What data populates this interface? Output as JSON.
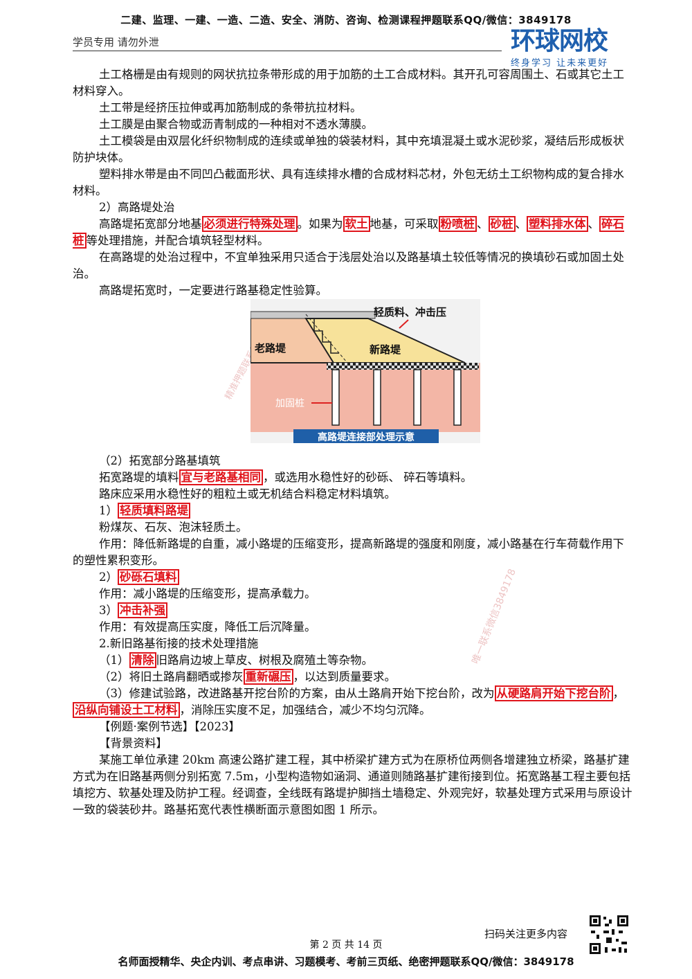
{
  "header": {
    "banner": "二建、监理、一建、一造、二造、安全、消防、咨询、检测课程押题联系QQ/微信：3849178",
    "left_note": "学员专用 请勿外泄",
    "logo_title": "环球网校",
    "logo_slogan": "终身学习 让未来更好"
  },
  "body": {
    "p1": "土工格栅是由有规则的网状抗拉条带形成的用于加筋的土工合成材料。其开孔可容周围土、石或其它土工材料穿入。",
    "p2": "土工带是经挤压拉伸或再加筋制成的条带抗拉材料。",
    "p3": "土工膜是由聚合物或沥青制成的一种相对不透水薄膜。",
    "p4": "土工模袋是由双层化纤织物制成的连续或单独的袋装材料，其中充填混凝土或水泥砂浆，凝结后形成板状防护块体。",
    "p5": "塑料排水带是由不同凹凸截面形状、具有连续排水槽的合成材料芯材，外包无纺土工织物构成的复合排水材料。",
    "h_high": "2）高路堤处治",
    "p6_a": "高路堤拓宽部分地基",
    "p6_hl1": "必须进行特殊处理",
    "p6_b": "。如果为",
    "p6_hl2": "软土",
    "p6_c": "地基，可采取",
    "p6_hl3": "粉喷桩",
    "p6_d": "、",
    "p6_hl4": "砂桩",
    "p6_e": "、",
    "p6_hl5": "塑料排水体",
    "p6_f": "、",
    "p6_hl6": "碎石桩",
    "p6_g": "等处理措施，并配合填筑轻型材料。",
    "p7": "在高路堤的处治过程中，不宜单独采用只适合于浅层处治以及路基填土较低等情况的换填砂石或加固土处治。",
    "p8": "高路堤拓宽时，一定要进行路基稳定性验算。",
    "h_widen": "（2）拓宽部分路基填筑",
    "p9_a": "拓宽路堤的填料",
    "p9_hl": "宜与老路基相同",
    "p9_b": "，或选用水稳性好的砂砾、 碎石等填料。",
    "p10": "路床应采用水稳性好的粗粒土或无机结合料稳定材料填筑。",
    "l1_num": "1）",
    "l1_hl": "轻质填料路堤",
    "l1_t1": "粉煤灰、石灰、泡沫轻质土。",
    "l1_t2": "作用：降低新路堤的自重，减小路堤的压缩变形，提高新路堤的强度和刚度，减小路基在行车荷载作用下的塑性累积变形。",
    "l2_num": "2）",
    "l2_hl": "砂砾石填料",
    "l2_t": "作用：减小路堤的压缩变形，提高承载力。",
    "l3_num": "3）",
    "l3_hl": "冲击补强",
    "l3_t": "作用：有效提高压实度，降低工后沉降量。",
    "h2": "2.新旧路基衔接的技术处理措施",
    "s1_a": "（1）",
    "s1_hl": "清除",
    "s1_b": "旧路肩边坡上草皮、树根及腐殖土等杂物。",
    "s2_a": "（2）将旧土路肩翻晒或掺灰",
    "s2_hl": "重新碾压",
    "s2_b": "，以达到质量要求。",
    "s3_a": "（3）修建试验路，改进路基开挖台阶的方案，由从土路肩开始下挖台阶，改为",
    "s3_hl1": "从硬路肩开始下挖台阶",
    "s3_b": "，",
    "s3_hl2": "沿纵向铺设土工材料",
    "s3_c": "，消除压实度不足，加强结合，减少不均匀沉降。",
    "ex_title": "【例题·案例节选】【2023】",
    "bg_title": "【背景资料】",
    "bg_text": "某施工单位承建 20km 高速公路扩建工程，其中桥梁扩建方式为在原桥位两侧各增建独立桥梁，路基扩建方式为在旧路基两侧分别拓宽 7.5m，小型构造物如涵洞、通道则随路基扩建衔接到位。拓宽路基工程主要包括填挖方、软基处理及防护工程。经调查，全线既有路堤护脚挡土墙稳定、外观完好，软基处理方式采用与原设计一致的袋装砂井。路基拓宽代表性横断面示意图如图 1 所示。"
  },
  "diagram": {
    "label_light": "轻质料、冲击压",
    "label_old": "老路堤",
    "label_new": "新路堤",
    "label_pile": "加固桩",
    "caption": "高路堤连接部处理示意"
  },
  "watermarks": {
    "w1": "精准押题联系微信",
    "w2": "唯一联系微信3849178"
  },
  "footer": {
    "scan_text": "扫码关注更多内容",
    "page_no": "第 2 页 共 14 页",
    "banner": "名师面授精华、央企内训、考点串讲、习题模考、考前三页纸、绝密押题联系QQ/微信：3849178"
  }
}
